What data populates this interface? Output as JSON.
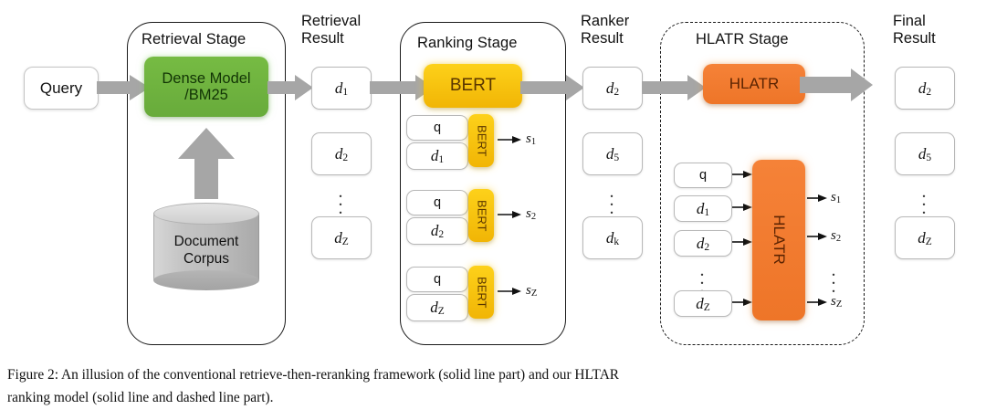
{
  "figure": {
    "caption_line1": "Figure 2:  An illusion of the conventional retrieve-then-reranking framework (solid line part) and our HLTAR",
    "caption_line2": "ranking model (solid line and dashed line part)."
  },
  "colors": {
    "dense_model_green": "#70b242",
    "bert_gold": "#f5c211",
    "hlatr_orange": "#f07b2d",
    "arrow_gray": "#a6a6a6",
    "cylinder_gray": "#c0c0c0"
  },
  "input": {
    "query_label": "Query"
  },
  "stages": [
    {
      "id": "retrieval",
      "title": "Retrieval Stage",
      "border": "solid",
      "model_label": "Dense Model\n/BM25",
      "corpus_label": "Document\nCorpus"
    },
    {
      "id": "ranking",
      "title": "Ranking Stage",
      "border": "solid",
      "model_label": "BERT",
      "pairs": [
        {
          "query": "q",
          "doc": "d",
          "doc_sub": "1",
          "model": "BERT",
          "score": "s",
          "score_sub": "1"
        },
        {
          "query": "q",
          "doc": "d",
          "doc_sub": "2",
          "model": "BERT",
          "score": "s",
          "score_sub": "2"
        },
        {
          "query": "q",
          "doc": "d",
          "doc_sub": "Z",
          "model": "BERT",
          "score": "s",
          "score_sub": "Z"
        }
      ]
    },
    {
      "id": "hlatr",
      "title": "HLATR Stage",
      "border": "dashed",
      "model_label": "HLATR",
      "inputs": [
        {
          "label": "q",
          "sub": ""
        },
        {
          "label": "d",
          "sub": "1"
        },
        {
          "label": "d",
          "sub": "2"
        },
        {
          "label": "d",
          "sub": "Z"
        }
      ],
      "scores": [
        {
          "label": "s",
          "sub": "1"
        },
        {
          "label": "s",
          "sub": "2"
        },
        {
          "label": "s",
          "sub": "Z"
        }
      ]
    }
  ],
  "result_columns": [
    {
      "id": "retrieval-result",
      "header": "Retrieval\nResult",
      "items": [
        {
          "label": "d",
          "sub": "1"
        },
        {
          "label": "d",
          "sub": "2"
        },
        {
          "label": "d",
          "sub": "Z"
        }
      ]
    },
    {
      "id": "ranker-result",
      "header": "Ranker\nResult",
      "items": [
        {
          "label": "d",
          "sub": "2"
        },
        {
          "label": "d",
          "sub": "5"
        },
        {
          "label": "d",
          "sub": "k"
        }
      ]
    },
    {
      "id": "final-result",
      "header": "Final\nResult",
      "items": [
        {
          "label": "d",
          "sub": "2"
        },
        {
          "label": "d",
          "sub": "5"
        },
        {
          "label": "d",
          "sub": "Z"
        }
      ]
    }
  ],
  "ellipsis": "⋮"
}
